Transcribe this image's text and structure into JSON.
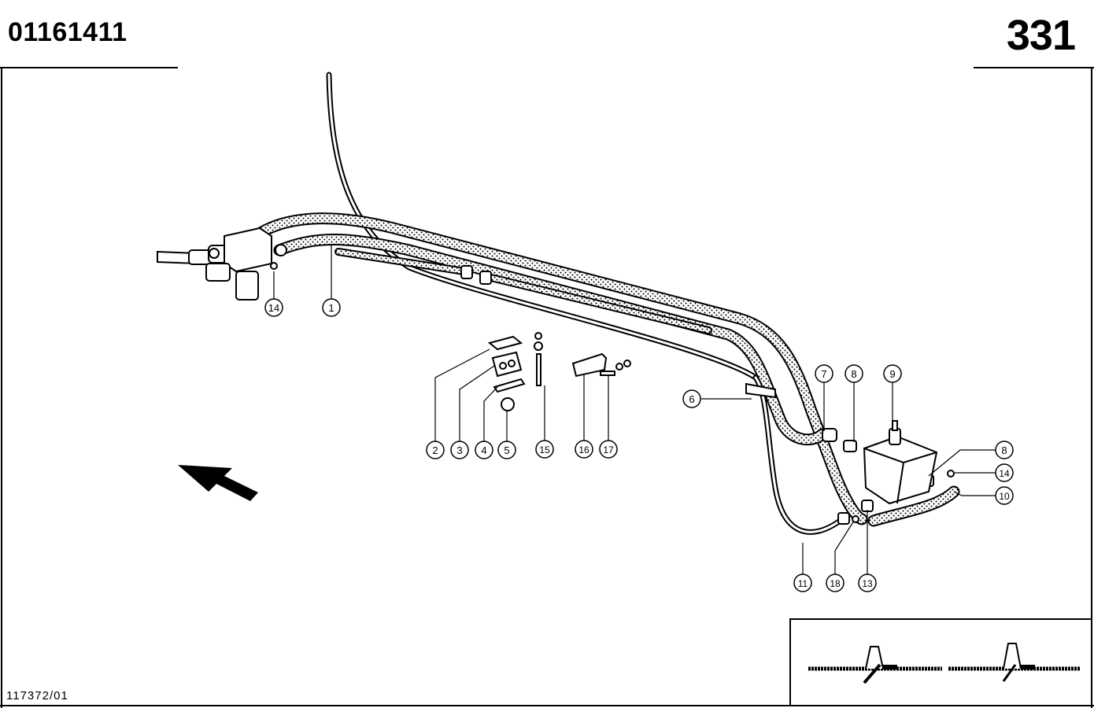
{
  "header": {
    "part_number": "01161411",
    "page_number": "331"
  },
  "footer": {
    "drawing_id": "117372/01"
  },
  "callouts": [
    "14",
    "1",
    "2",
    "3",
    "4",
    "5",
    "15",
    "16",
    "17",
    "6",
    "7",
    "8",
    "9",
    "8",
    "14",
    "10",
    "11",
    "18",
    "13"
  ]
}
